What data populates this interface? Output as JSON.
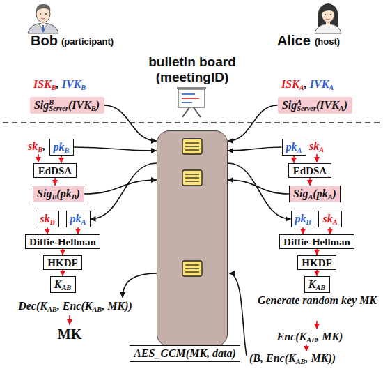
{
  "diagram": {
    "nodes": [
      {
        "text": [
          "bulletin board (meetingID)"
        ]
      },
      {
        "text": [
          "SigBServer(IVKB)"
        ]
      },
      {
        "text": [
          "SigAServer(IVKA)"
        ]
      },
      {
        "text": [
          "pkB"
        ]
      },
      {
        "text": [
          "pkA"
        ]
      },
      {
        "text": [
          "EdDSA"
        ]
      },
      {
        "text": [
          "EdDSA"
        ]
      },
      {
        "text": [
          "SigB(pkB)"
        ]
      },
      {
        "text": [
          "SigA(pkA)"
        ]
      },
      {
        "text": [
          "skB"
        ]
      },
      {
        "text": [
          "pkA"
        ]
      },
      {
        "text": [
          "pkB"
        ]
      },
      {
        "text": [
          "skA"
        ]
      },
      {
        "text": [
          "Diffie-Hellman"
        ]
      },
      {
        "text": [
          "Diffie-Hellman"
        ]
      },
      {
        "text": [
          "HKDF"
        ]
      },
      {
        "text": [
          "HKDF"
        ]
      },
      {
        "text": [
          "KAB"
        ]
      },
      {
        "text": [
          "KAB"
        ]
      },
      {
        "text": [
          "AES_GCM(MK, data)"
        ],
        "in": 0
      }
    ],
    "edges": [
      {
        "from": 1,
        "to": 0,
        "arrow": "to"
      },
      {
        "from": 2,
        "to": 0,
        "arrow": "to"
      },
      {
        "from": 3,
        "to": 5,
        "arrow": "to"
      },
      {
        "from": 5,
        "to": 7,
        "arrow": "to"
      },
      {
        "from": 3,
        "to": 0,
        "arrow": "to"
      },
      {
        "from": 7,
        "to": 0,
        "arrow": "to"
      },
      {
        "from": 4,
        "to": 6,
        "arrow": "to"
      },
      {
        "from": 6,
        "to": 8,
        "arrow": "to"
      },
      {
        "from": 4,
        "to": 0,
        "arrow": "to"
      },
      {
        "from": 8,
        "to": 0,
        "arrow": "to"
      },
      {
        "from": 0,
        "to": 10,
        "arrow": "to"
      },
      {
        "from": 0,
        "to": 11,
        "arrow": "to"
      },
      {
        "from": 9,
        "to": 13,
        "arrow": "to"
      },
      {
        "from": 10,
        "to": 13,
        "arrow": "to"
      },
      {
        "from": 13,
        "to": 15,
        "arrow": "to"
      },
      {
        "from": 15,
        "to": 17,
        "arrow": "to"
      },
      {
        "from": 11,
        "to": 14,
        "arrow": "to"
      },
      {
        "from": 12,
        "to": 14,
        "arrow": "to"
      },
      {
        "from": 14,
        "to": 16,
        "arrow": "to"
      },
      {
        "from": 16,
        "to": 18,
        "arrow": "to"
      }
    ],
    "labels": [
      "Bob",
      "(participant)",
      "Alice",
      "(host)",
      "ISKB, IVKB",
      "ISKA, IVKA",
      "skB,",
      "skA",
      "Dec(KAB, Enc(KAB, MK))",
      "MK",
      "Generate random key MK",
      "Enc(KAB, MK)",
      "(B, Enc(KAB, MK))"
    ]
  }
}
